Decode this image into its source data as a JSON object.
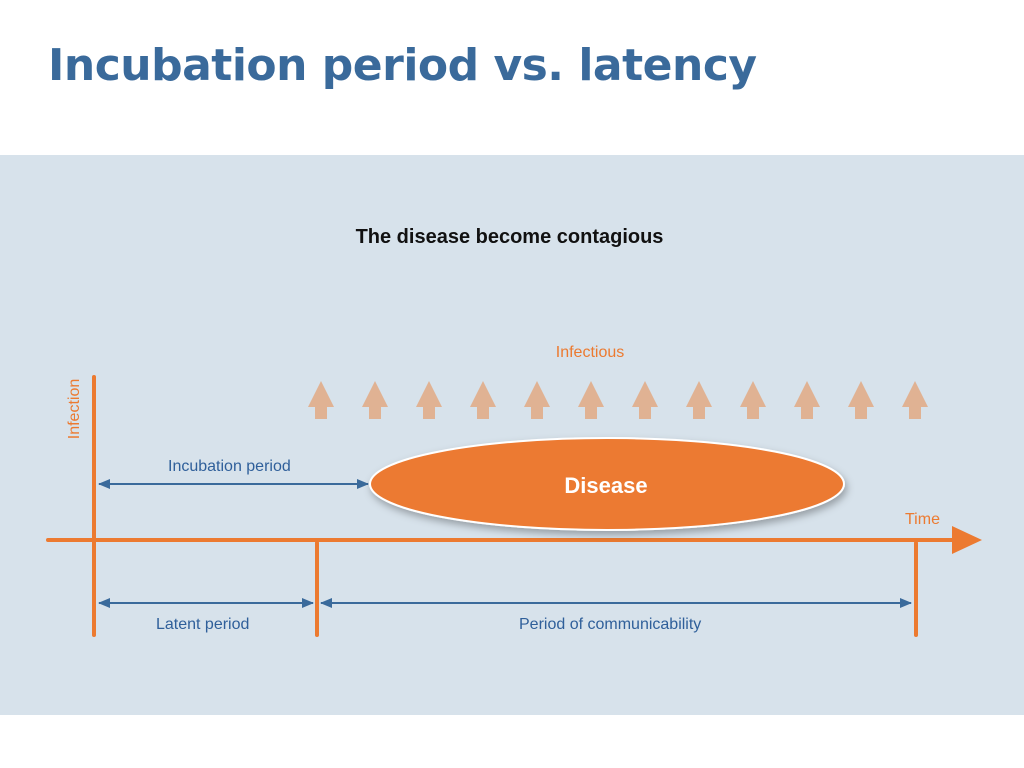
{
  "title": "Incubation period vs. latency",
  "diagram": {
    "subtitle": "The disease become contagious",
    "infectious_label": "Infectious",
    "infection_axis_label": "Infection",
    "time_label": "Time",
    "incubation_label": "Incubation period",
    "disease_label": "Disease",
    "latent_label": "Latent period",
    "communicability_label": "Period of communicability",
    "colors": {
      "panel_bg": "#d7e2eb",
      "orange": "#ec7a30",
      "arrow_light": "#e0b293",
      "blue": "#3a6a9b"
    }
  }
}
